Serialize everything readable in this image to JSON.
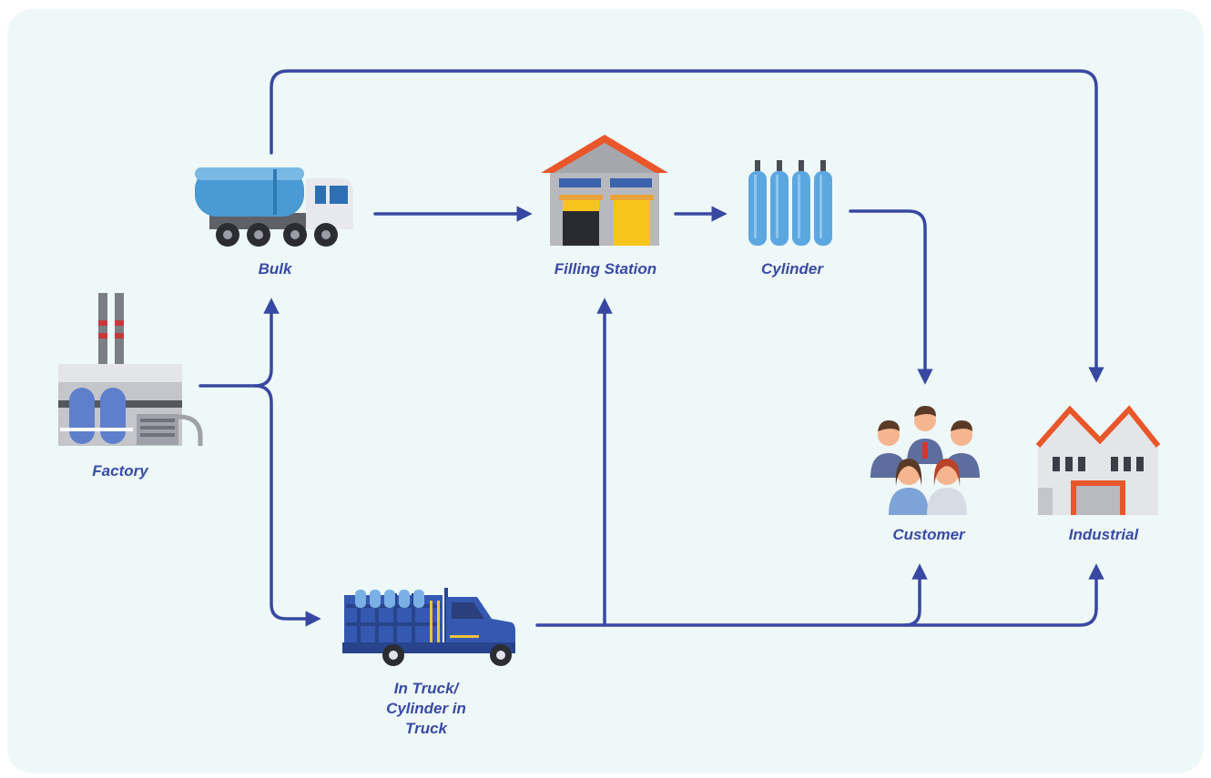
{
  "colors": {
    "background": "#eef8f8",
    "arrow": "#3848a2",
    "label": "#3a4aa6",
    "roof": "#e8562a",
    "door_yellow": "#f8c51c",
    "tank_blue": "#4a9ad4",
    "truck_blue": "#3558b0",
    "cylinder_blue": "#5da7e0"
  },
  "nodes": {
    "factory": {
      "label": "Factory",
      "icon": "factory-icon"
    },
    "bulk": {
      "label": "Bulk",
      "icon": "tanker-truck-icon"
    },
    "filling_station": {
      "label": "Filling Station",
      "icon": "warehouse-icon"
    },
    "cylinder": {
      "label": "Cylinder",
      "icon": "gas-cylinders-icon"
    },
    "customer": {
      "label": "Customer",
      "icon": "people-group-icon"
    },
    "industrial": {
      "label": "Industrial",
      "icon": "industrial-building-icon"
    },
    "in_truck": {
      "label_lines": [
        "In Truck/",
        "Cylinder in",
        "Truck"
      ],
      "icon": "cylinder-truck-icon"
    }
  },
  "edges": [
    {
      "from": "factory",
      "to": "bulk"
    },
    {
      "from": "factory",
      "to": "in_truck"
    },
    {
      "from": "bulk",
      "to": "filling_station"
    },
    {
      "from": "bulk",
      "to": "industrial"
    },
    {
      "from": "filling_station",
      "to": "cylinder"
    },
    {
      "from": "cylinder",
      "to": "customer"
    },
    {
      "from": "in_truck",
      "to": "filling_station"
    },
    {
      "from": "in_truck",
      "to": "customer"
    },
    {
      "from": "in_truck",
      "to": "industrial"
    }
  ]
}
